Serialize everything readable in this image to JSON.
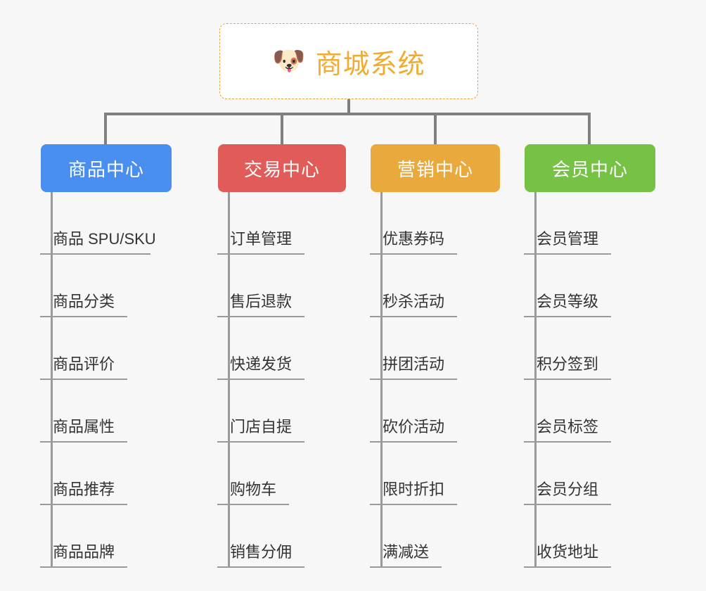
{
  "root": {
    "icon": "shiba-dog-face-icon",
    "icon_glyph": "🐶",
    "title": "商城系统",
    "title_color": "#f0ab31",
    "border_color": "#e8a33d",
    "background": "#ffffff"
  },
  "canvas": {
    "background": "#f7f7f7",
    "connector_color": "#808080",
    "leaf_line_color": "#9a9a9a",
    "leaf_text_color": "#333333"
  },
  "columns": [
    {
      "title": "商品中心",
      "color": "#4a8ef0",
      "items": [
        "商品 SPU/SKU",
        "商品分类",
        "商品评价",
        "商品属性",
        "商品推荐",
        "商品品牌"
      ]
    },
    {
      "title": "交易中心",
      "color": "#e15b58",
      "items": [
        "订单管理",
        "售后退款",
        "快递发货",
        "门店自提",
        "购物车",
        "销售分佣"
      ]
    },
    {
      "title": "营销中心",
      "color": "#eaa93c",
      "items": [
        "优惠券码",
        "秒杀活动",
        "拼团活动",
        "砍价活动",
        "限时折扣",
        "满减送"
      ]
    },
    {
      "title": "会员中心",
      "color": "#76c244",
      "items": [
        "会员管理",
        "会员等级",
        "积分签到",
        "会员标签",
        "会员分组",
        "收货地址"
      ]
    }
  ]
}
